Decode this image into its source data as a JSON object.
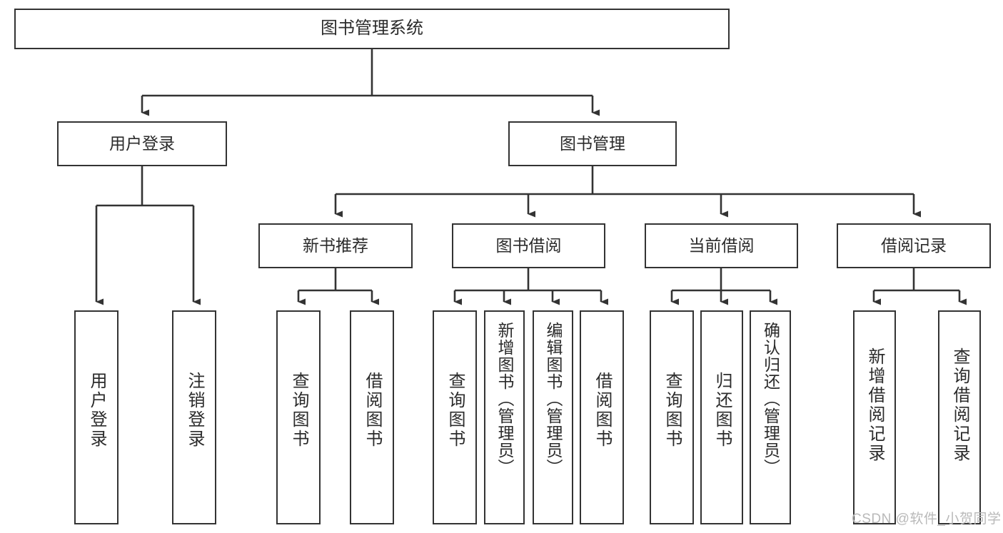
{
  "diagram": {
    "title": "图书管理系统",
    "watermark": "CSDN @软件_小贺同学",
    "colors": {
      "border": "#333333",
      "text": "#2b2b2b",
      "background": "#ffffff",
      "watermark": "#b9b9b9"
    },
    "levels": {
      "level1": [
        {
          "id": "root",
          "label": "图书管理系统"
        }
      ],
      "level2": [
        {
          "id": "user-login",
          "label": "用户登录"
        },
        {
          "id": "book-management",
          "label": "图书管理"
        }
      ],
      "level3": [
        {
          "id": "new-book-recommend",
          "label": "新书推荐"
        },
        {
          "id": "book-borrow",
          "label": "图书借阅"
        },
        {
          "id": "current-borrow",
          "label": "当前借阅"
        },
        {
          "id": "borrow-record",
          "label": "借阅记录"
        }
      ],
      "level4": [
        {
          "id": "leaf-user-login",
          "parent": "user-login",
          "label": "用户登录"
        },
        {
          "id": "leaf-user-logout",
          "parent": "user-login",
          "label": "注销登录"
        },
        {
          "id": "leaf-query-book-1",
          "parent": "new-book-recommend",
          "label": "查询图书"
        },
        {
          "id": "leaf-borrow-book-1",
          "parent": "new-book-recommend",
          "label": "借阅图书"
        },
        {
          "id": "leaf-query-book-2",
          "parent": "book-borrow",
          "label": "查询图书"
        },
        {
          "id": "leaf-add-book",
          "parent": "book-borrow",
          "label": "新增图书（管理员）"
        },
        {
          "id": "leaf-edit-book",
          "parent": "book-borrow",
          "label": "编辑图书（管理员）"
        },
        {
          "id": "leaf-borrow-book-2",
          "parent": "book-borrow",
          "label": "借阅图书"
        },
        {
          "id": "leaf-query-book-3",
          "parent": "current-borrow",
          "label": "查询图书"
        },
        {
          "id": "leaf-return-book",
          "parent": "current-borrow",
          "label": "归还图书"
        },
        {
          "id": "leaf-confirm-return",
          "parent": "current-borrow",
          "label": "确认归还（管理员）"
        },
        {
          "id": "leaf-add-record",
          "parent": "borrow-record",
          "label": "新增借阅记录"
        },
        {
          "id": "leaf-query-record",
          "parent": "borrow-record",
          "label": "查询借阅记录"
        }
      ]
    }
  }
}
